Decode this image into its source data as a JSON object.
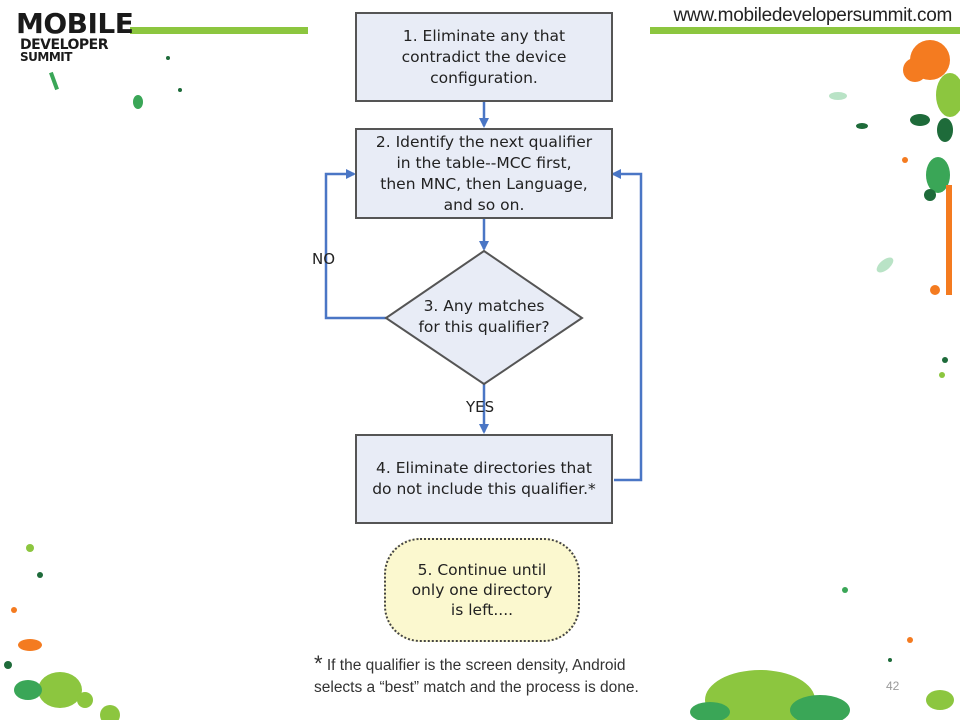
{
  "header": {
    "logo_text": [
      "MOBILE",
      "DEVELOPER",
      "SUMMIT"
    ],
    "url": "www.mobiledevelopersummit.com"
  },
  "flowchart": {
    "step1": "1. Eliminate any that\ncontradict the device\nconfiguration.",
    "step2": "2. Identify the next qualifier\nin the table--MCC first,\nthen MNC, then Language,\nand so on.",
    "step3": "3. Any matches\nfor this qualifier?",
    "step4": "4. Eliminate directories that\ndo not include this qualifier.*",
    "step5": "5. Continue until\nonly one directory\nis left....",
    "no_label": "NO",
    "yes_label": "YES"
  },
  "footnote": {
    "star": "*",
    "text": " If the qualifier is the screen density, Android\nselects a “best” match  and the process is done."
  },
  "page_number": "42",
  "colors": {
    "accent_green": "#8cc63f",
    "arrow_blue": "#4a76c5",
    "box_fill": "#e8ecf6",
    "terminal_fill": "#fbf8cf",
    "splash_orange": "#f47b20",
    "splash_dark_green": "#1e6b3a"
  }
}
